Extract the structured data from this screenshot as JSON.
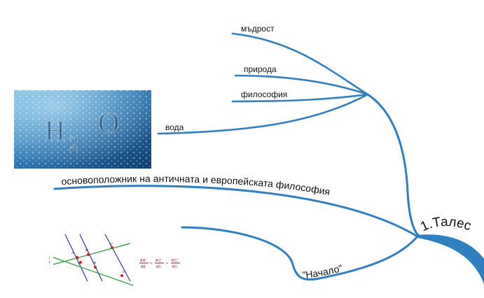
{
  "central_topic": "1.Талес",
  "branches": {
    "wisdom": "мъдрост",
    "nature": "природа",
    "philosophy": "философия",
    "water": "вода",
    "founder": "основоположник на античната и европейската философия",
    "beginning": "\"Начало\""
  },
  "water_image": {
    "formula": "H2O",
    "letter_h": "H",
    "digit_2": "2",
    "letter_o": "O"
  },
  "geometry_image": {
    "points": [
      "A'",
      "B'",
      "C'",
      "A",
      "B",
      "C"
    ],
    "line_labels": [
      "l'",
      "l"
    ],
    "ratios": [
      {
        "num": "A'B'",
        "den": "AB"
      },
      {
        "num": "A'C'",
        "den": "AC"
      },
      {
        "num": "B'C'",
        "den": "BC"
      }
    ],
    "equals": "="
  },
  "colors": {
    "branch": "#2f7fc1",
    "text": "#111111",
    "water_dark": "#0d3f73",
    "water_light": "#4fa3d6",
    "geo_blue": "#2a3f9a",
    "geo_green": "#2e9a3a",
    "geo_red": "#d01f2a",
    "geo_ratio": "#8a1f2a"
  }
}
